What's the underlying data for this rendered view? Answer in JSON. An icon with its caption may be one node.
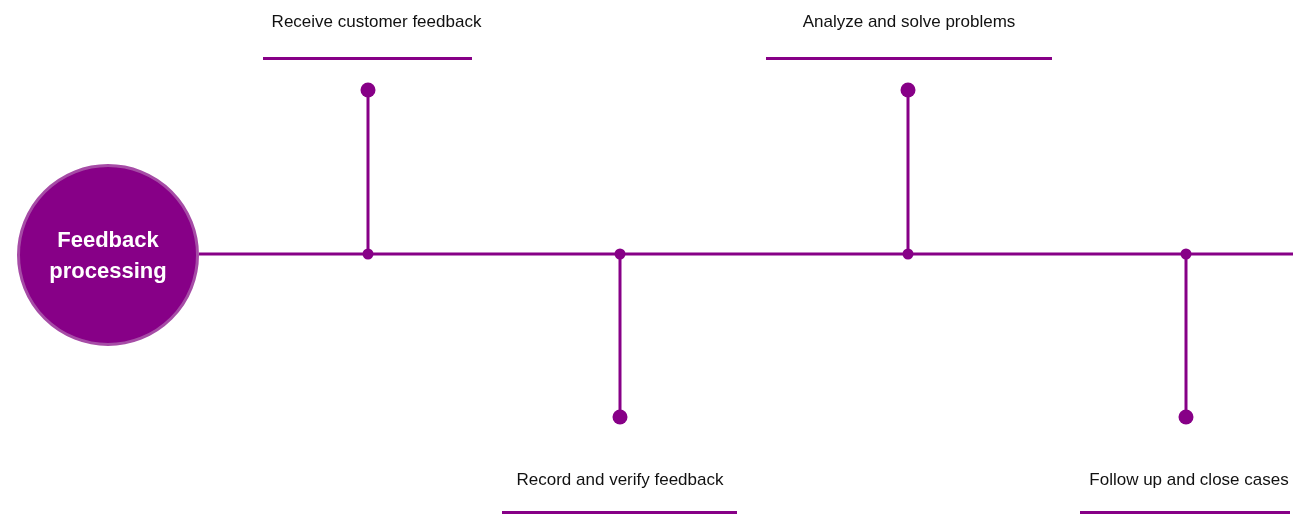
{
  "diagram": {
    "nodes": [
      {
        "text": [
          "Feedback processing"
        ]
      },
      {
        "text": [
          "Receive customer feedback"
        ]
      },
      {
        "text": [
          "Record and verify feedback"
        ]
      },
      {
        "text": [
          "Analyze and solve problems"
        ]
      },
      {
        "text": [
          "Follow up and close cases"
        ]
      }
    ],
    "edges": [
      {
        "from": 0,
        "to": null,
        "arrow": "none"
      },
      {
        "from": null,
        "to": 1,
        "arrow": "other"
      },
      {
        "from": null,
        "to": 2,
        "arrow": "other"
      },
      {
        "from": null,
        "to": 3,
        "arrow": "other"
      },
      {
        "from": null,
        "to": 4,
        "arrow": "other"
      }
    ]
  }
}
